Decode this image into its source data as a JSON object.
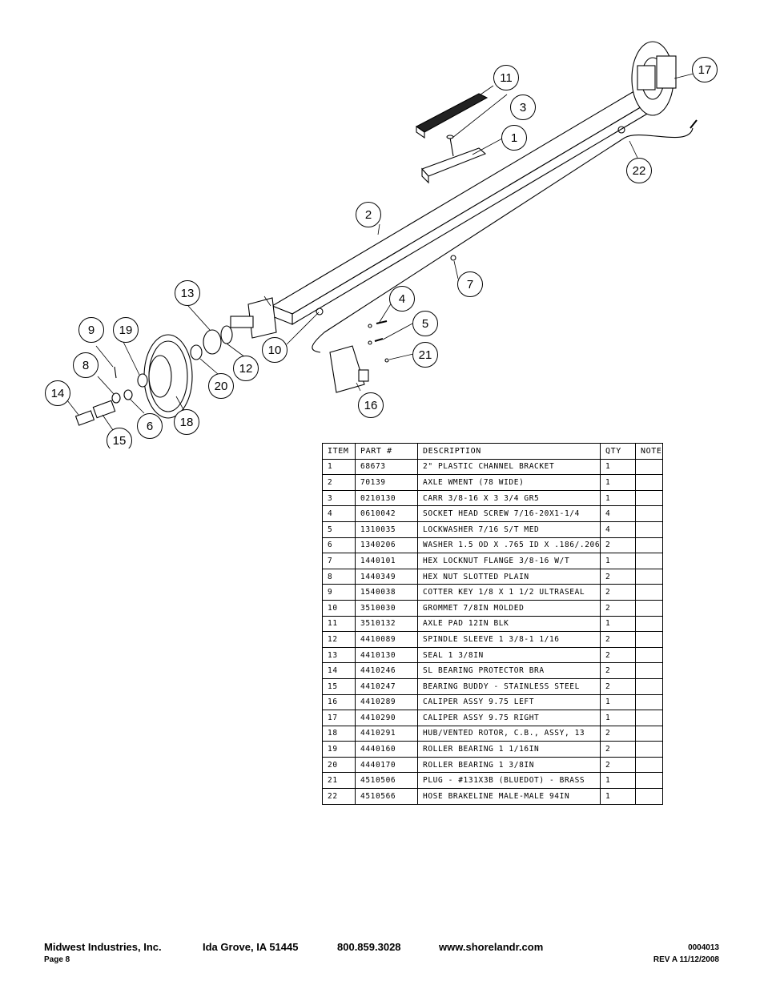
{
  "diagram": {
    "callouts": [
      "1",
      "2",
      "3",
      "4",
      "5",
      "6",
      "7",
      "8",
      "9",
      "10",
      "11",
      "12",
      "13",
      "14",
      "15",
      "16",
      "17",
      "18",
      "19",
      "20",
      "21",
      "22"
    ]
  },
  "table": {
    "headers": [
      "ITEM",
      "PART #",
      "DESCRIPTION",
      "QTY",
      "NOTE"
    ],
    "rows": [
      [
        "1",
        "68673",
        "2\" PLASTIC CHANNEL BRACKET",
        "1",
        ""
      ],
      [
        "2",
        "70139",
        "AXLE WMENT (78 WIDE)",
        "1",
        ""
      ],
      [
        "3",
        "0210130",
        "CARR 3/8-16 X 3 3/4 GR5",
        "1",
        ""
      ],
      [
        "4",
        "0610042",
        "SOCKET HEAD SCREW 7/16-20X1-1/4",
        "4",
        ""
      ],
      [
        "5",
        "1310035",
        "LOCKWASHER 7/16 S/T MED",
        "4",
        ""
      ],
      [
        "6",
        "1340206",
        "WASHER 1.5 OD X .765 ID X .186/.206",
        "2",
        ""
      ],
      [
        "7",
        "1440101",
        "HEX LOCKNUT FLANGE 3/8-16 W/T",
        "1",
        ""
      ],
      [
        "8",
        "1440349",
        "HEX NUT SLOTTED PLAIN",
        "2",
        ""
      ],
      [
        "9",
        "1540038",
        "COTTER KEY 1/8 X 1 1/2 ULTRASEAL",
        "2",
        ""
      ],
      [
        "10",
        "3510030",
        "GROMMET  7/8IN MOLDED",
        "2",
        ""
      ],
      [
        "11",
        "3510132",
        "AXLE PAD 12IN  BLK",
        "1",
        ""
      ],
      [
        "12",
        "4410089",
        "SPINDLE SLEEVE  1 3/8-1 1/16",
        "2",
        ""
      ],
      [
        "13",
        "4410130",
        "SEAL  1 3/8IN",
        "2",
        ""
      ],
      [
        "14",
        "4410246",
        "SL BEARING PROTECTOR BRA",
        "2",
        ""
      ],
      [
        "15",
        "4410247",
        "BEARING BUDDY - STAINLESS STEEL",
        "2",
        ""
      ],
      [
        "16",
        "4410289",
        "CALIPER ASSY 9.75 LEFT",
        "1",
        ""
      ],
      [
        "17",
        "4410290",
        "CALIPER ASSY 9.75 RIGHT",
        "1",
        ""
      ],
      [
        "18",
        "4410291",
        "HUB/VENTED ROTOR, C.B., ASSY, 13",
        "2",
        ""
      ],
      [
        "19",
        "4440160",
        "ROLLER BEARING   1 1/16IN",
        "2",
        ""
      ],
      [
        "20",
        "4440170",
        "ROLLER BEARING   1 3/8IN",
        "2",
        ""
      ],
      [
        "21",
        "4510506",
        "PLUG - #131X3B (BLUEDOT) - BRASS",
        "1",
        ""
      ],
      [
        "22",
        "4510566",
        "HOSE BRAKELINE MALE-MALE 94IN",
        "1",
        ""
      ]
    ]
  },
  "footer": {
    "company": "Midwest Industries, Inc.",
    "location": "Ida Grove, IA  51445",
    "phone": "800.859.3028",
    "website": "www.shorelandr.com",
    "page": "Page 8",
    "doc_number": "0004013",
    "revision": "REV A  11/12/2008"
  }
}
